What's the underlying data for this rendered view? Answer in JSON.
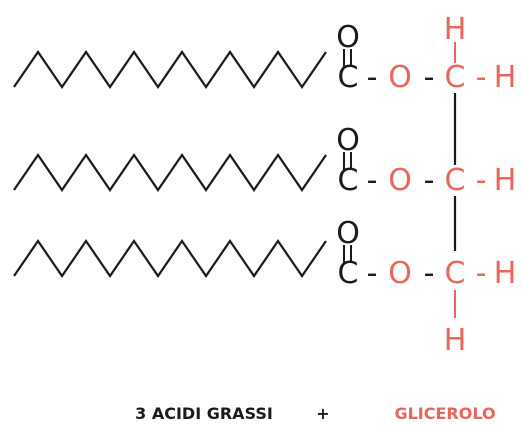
{
  "colors": {
    "black": "#1a1a1a",
    "red": "#e8675a"
  },
  "atoms": {
    "oxygen": "O",
    "carbon": "C",
    "hydrogen": "H"
  },
  "bonds": {
    "single_h": "-"
  },
  "caption": {
    "fatty_acids": "3 ACIDI GRASSI",
    "plus": "+",
    "glycerol": "GLICEROLO"
  }
}
